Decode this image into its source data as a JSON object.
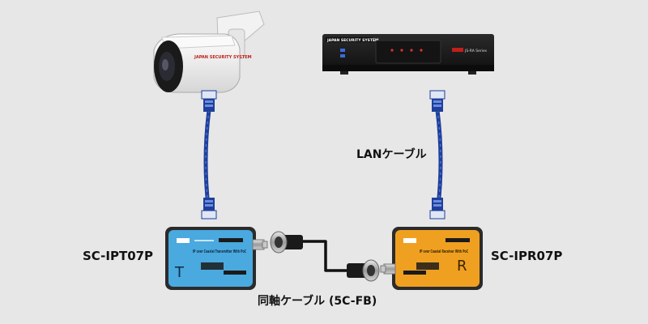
{
  "labels": {
    "transmitter_model": "SC-IPT07P",
    "receiver_model": "SC-IPR07P",
    "lan_cable": "LANケーブル",
    "coax_cable": "同軸ケーブル (5C-FB)"
  },
  "device_text": {
    "camera_brand": "JAPAN SECURITY SYSTEM",
    "recorder_brand": "JAPAN SECURITY SYSTEM",
    "recorder_series": "JS-RA Series",
    "transmitter_title": "IP over Coaxial Transmitter With PoC",
    "transmitter_letter": "T",
    "receiver_title": "IP over Coaxial Receiver With PoC",
    "receiver_letter": "R"
  },
  "colors": {
    "background": "#e7e7e8",
    "lan_cable": "#1f3f9a",
    "transmitter_body": "#4aa9df",
    "receiver_body": "#f0a020",
    "recorder_accent": "#c0201a"
  }
}
